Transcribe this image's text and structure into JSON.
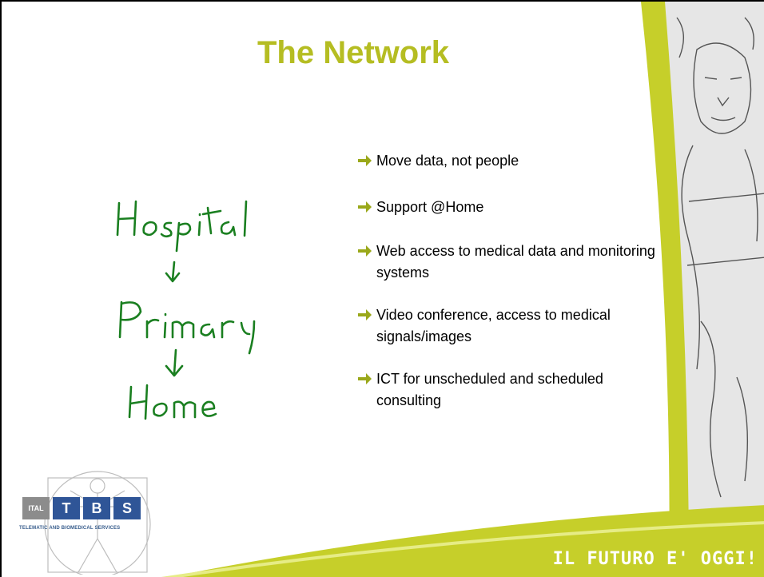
{
  "slide": {
    "title": "The Network",
    "bullets": [
      "Move data, not people",
      "Support @Home",
      "Web access to medical data and monitoring systems",
      "Video conference, access to medical signals/images",
      "ICT for unscheduled and scheduled consulting"
    ],
    "handwritten_notes": [
      "Hospital",
      "Primary",
      "Home"
    ],
    "tagline": "IL FUTURO E' OGGI!",
    "logo": {
      "prefix": "ITAL",
      "letters": [
        "T",
        "B",
        "S"
      ],
      "subtitle": "TELEMATIC AND BIOMEDICAL SERVICES"
    }
  },
  "colors": {
    "accent": "#b5bd22",
    "bullet_arrow": "#9aa81a",
    "handwriting": "#1a7f20",
    "logo_blue": "#2f5597",
    "logo_grey": "#8c8c8c"
  }
}
